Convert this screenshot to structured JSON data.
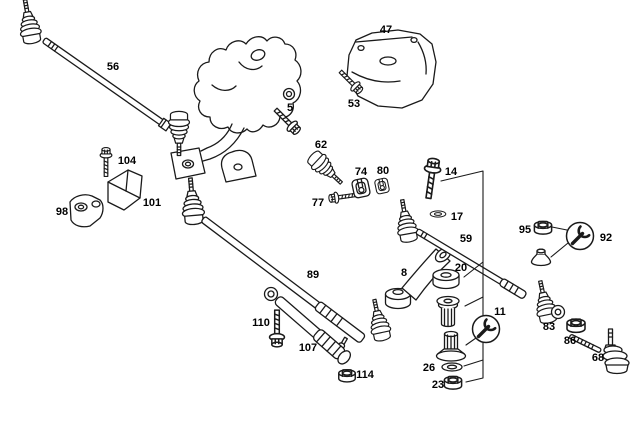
{
  "diagram": {
    "kind": "exploded parts diagram",
    "subject": "steering linkage and steering gear",
    "bg_color": "#ffffff",
    "line_color": "#1a1a1a",
    "label_color": "#000000"
  },
  "icons": {
    "repair_kit": "wrench-in-circle"
  },
  "labels": {
    "5": "5",
    "8": "8",
    "11": "11",
    "14": "14",
    "17": "17",
    "20": "20",
    "23": "23",
    "26": "26",
    "47": "47",
    "53": "53",
    "56": "56",
    "59": "59",
    "62": "62",
    "68": "68",
    "74": "74",
    "77": "77",
    "80": "80",
    "83": "83",
    "86": "86",
    "89": "89",
    "92": "92",
    "95": "95",
    "98": "98",
    "101": "101",
    "104": "104",
    "107": "107",
    "110": "110",
    "114": "114"
  }
}
